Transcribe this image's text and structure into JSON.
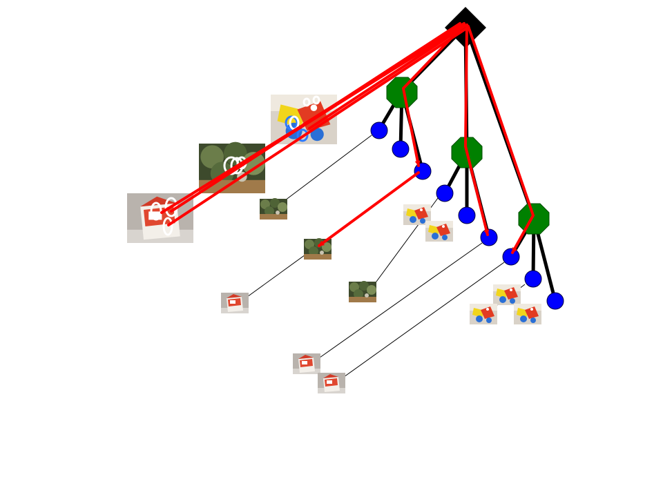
{
  "colors": {
    "background": "#ffffff",
    "root_node": "#000000",
    "internal_node": "#008000",
    "leaf_node": "#0000ff",
    "tree_edge": "#000000",
    "query_path": "#ff0000",
    "feature_circle_white": "#ffffff",
    "feature_circle_blue": "#2e7bff",
    "correspondence_line": "#000000"
  },
  "tree": {
    "root": {
      "shape": "diamond",
      "icon": "root-node-icon"
    },
    "internal_nodes": [
      {
        "id": "n1",
        "shape": "octagon"
      },
      {
        "id": "n2",
        "shape": "octagon"
      },
      {
        "id": "n3",
        "shape": "octagon"
      }
    ],
    "leaves": [
      {
        "id": "l1",
        "parent": "n1",
        "thumbs": [
          "plant"
        ]
      },
      {
        "id": "l2",
        "parent": "n1",
        "thumbs": []
      },
      {
        "id": "l3",
        "parent": "n1",
        "thumbs": [
          "plant"
        ]
      },
      {
        "id": "l4",
        "parent": "n2",
        "thumbs": [
          "toy"
        ]
      },
      {
        "id": "l5",
        "parent": "n2",
        "thumbs": [
          "toy"
        ]
      },
      {
        "id": "l6",
        "parent": "n2",
        "thumbs": [
          "plant"
        ]
      },
      {
        "id": "l7",
        "parent": "n3",
        "thumbs": [
          "carton",
          "carton"
        ]
      },
      {
        "id": "l8",
        "parent": "n3",
        "thumbs": [
          "toy",
          "toy"
        ]
      },
      {
        "id": "l9",
        "parent": "n3",
        "thumbs": [
          "toy"
        ]
      }
    ]
  },
  "query_images": [
    {
      "name": "toy-photo",
      "feature_circles": 4
    },
    {
      "name": "plant-photo",
      "feature_circles": 3
    },
    {
      "name": "carton-photo",
      "feature_circles": 3
    }
  ]
}
